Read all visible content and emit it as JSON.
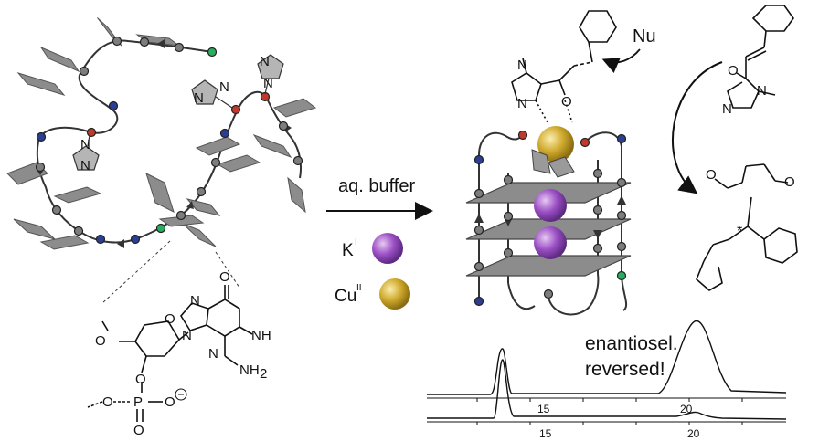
{
  "reaction_arrow_label": "aq. buffer",
  "ions": [
    {
      "symbol": "K",
      "charge": "I",
      "color": "#8e44ad"
    },
    {
      "symbol": "Cu",
      "charge": "II",
      "color": "#c9a227"
    }
  ],
  "nucleophile_label": "Nu",
  "stereocenter_mark": "*",
  "chromatogram": {
    "annotation_line1": "enantiosel.",
    "annotation_line2": "reversed!",
    "top_trace_ticks": [
      "15",
      "20"
    ],
    "bottom_trace_ticks": [
      "15",
      "20"
    ]
  },
  "nucleotide_labels": {
    "nh": "NH",
    "nh2": "NH",
    "nh2_sub": "2",
    "o": "O",
    "n": "N",
    "p": "P"
  },
  "imidazole_label": "N",
  "colors": {
    "strand": "#333333",
    "node": "#7d7d7d",
    "node_red": "#c0392b",
    "node_blue": "#2c3e91",
    "node_green": "#27ae60",
    "plate": "#8c8c8c",
    "potassium": "#8e44ad",
    "copper": "#c9a227"
  }
}
